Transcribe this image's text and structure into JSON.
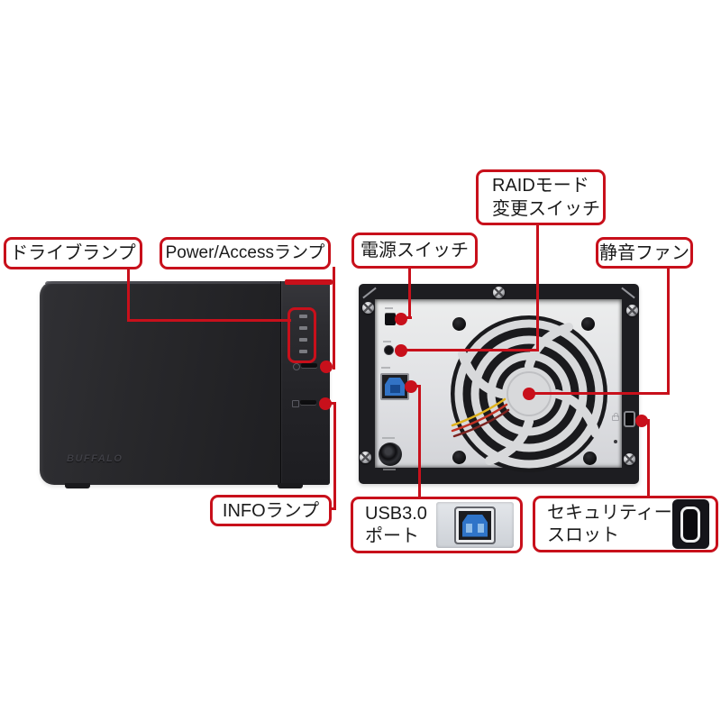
{
  "figure": {
    "description": "BUFFALO NAS front and rear annotated diagram",
    "brand_logo": "BUFFALO"
  },
  "colors": {
    "callout_red": "#c8101b",
    "device_body_black": "#242428",
    "rear_panel_gray": "#e2e3e6",
    "usb_port_blue": "#2f74c8"
  },
  "callouts": {
    "drive_lamp": "ドライブランプ",
    "power_access_lamp": "Power/Accessランプ",
    "power_switch": "電源スイッチ",
    "raid_mode_switch": [
      "RAIDモード",
      "変更スイッチ"
    ],
    "silent_fan": "静音ファン",
    "info_lamp": "INFOランプ",
    "usb_port": [
      "USB3.0",
      "ポート"
    ],
    "security_slot": [
      "セキュリティー",
      "スロット"
    ]
  }
}
